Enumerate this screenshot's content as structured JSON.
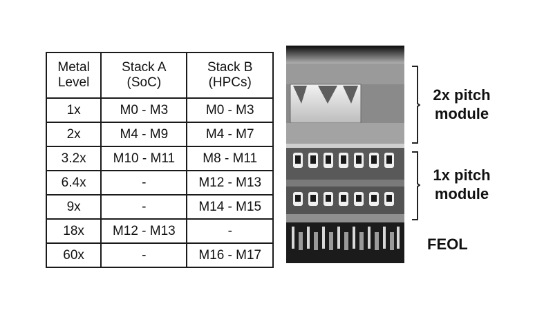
{
  "table": {
    "headers": [
      [
        "Metal",
        "Level"
      ],
      [
        "Stack A",
        "(SoC)"
      ],
      [
        "Stack B",
        "(HPCs)"
      ]
    ],
    "rows": [
      [
        "1x",
        "M0 - M3",
        "M0 - M3"
      ],
      [
        "2x",
        "M4 - M9",
        "M4 - M7"
      ],
      [
        "3.2x",
        "M10 - M11",
        "M8 - M11"
      ],
      [
        "6.4x",
        "-",
        "M12 - M13"
      ],
      [
        "9x",
        "-",
        "M14 - M15"
      ],
      [
        "18x",
        "M12 - M13",
        "-"
      ],
      [
        "60x",
        "-",
        "M16 - M17"
      ]
    ]
  },
  "labels": {
    "top_line1": "2x pitch",
    "top_line2": "module",
    "mid_line1": "1x pitch",
    "mid_line2": "module",
    "bottom": "FEOL"
  }
}
